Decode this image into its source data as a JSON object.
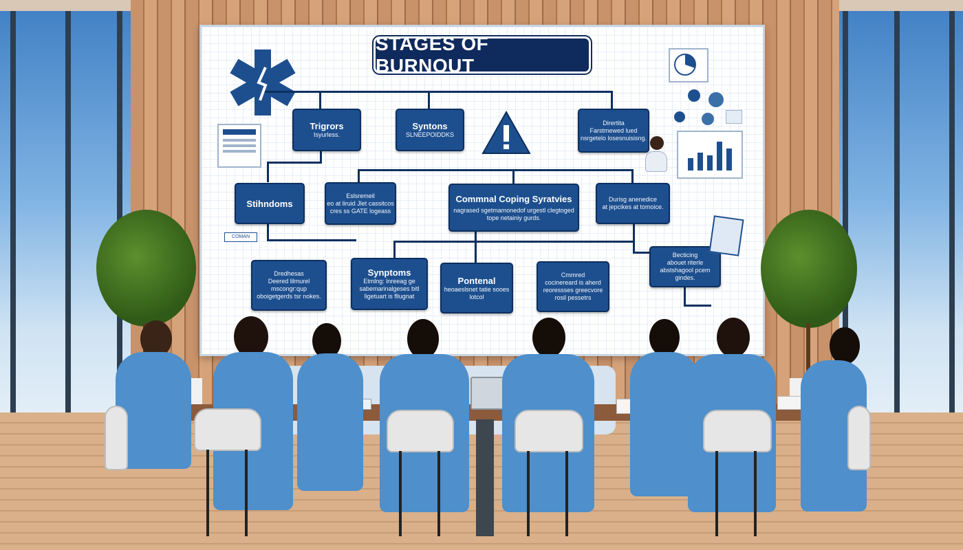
{
  "poster": {
    "title": "STAGES OF BURNOUT",
    "nodes": {
      "n1": {
        "heading": "Trigrors",
        "sub": "Isyurless."
      },
      "n2": {
        "heading": "Syntons",
        "sub": "SLNEEPOIDDKS"
      },
      "n3": {
        "heading": "Dirertita",
        "sub": "Farstmewed lued nsrgetelo losesnuisisng."
      },
      "n4": {
        "heading": "Stihndoms",
        "sub": ""
      },
      "n5": {
        "heading": "Eslsremeil",
        "sub": "eo at liruid Jlet cassitcos cres ss GATE logeass"
      },
      "n6": {
        "heading": "Commnal Coping Syratvies",
        "sub": "nagrased sgetmamonedof urgestl clegtoged tope netainiy gurds."
      },
      "n7": {
        "heading": "Durisg anenedice",
        "sub": "at jepcikes at tomoice."
      },
      "n8": {
        "heading": "Dredhesas",
        "sub": "Deered lilmurel mscongr:qup oboigetgerds tsr nokes."
      },
      "n9": {
        "heading": "Synptoms",
        "sub": "Etmlng: lnreeag ge sabemarinalgeses bitl ligetuart is fllugnat"
      },
      "n10": {
        "heading": "Pontenal",
        "sub": "heoaeslsnet tatie sooes lotcol"
      },
      "n11": {
        "heading": "Cmmred",
        "sub": "cocinereard is aherd reoressses greecvore rosil pessetrs"
      },
      "n12": {
        "heading": "Becticing",
        "sub": "abouet riterle abstshagool pcem gindes."
      }
    },
    "side_label": "COMAN"
  },
  "colors": {
    "accent": "#1d4f8f",
    "scrubs": "#4e8fcc",
    "wood": "#c8926a"
  },
  "icons": [
    "star-of-life-icon",
    "warning-icon",
    "pie-chart-icon",
    "bar-chart-icon",
    "document-icon"
  ]
}
